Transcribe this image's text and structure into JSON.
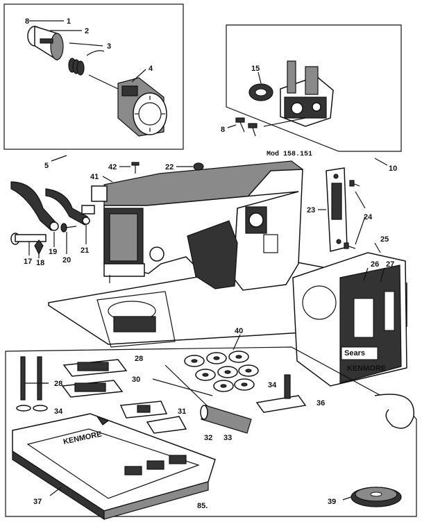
{
  "model_caption": "Mod 158.151",
  "page_number": "85.",
  "brand_badge": "Sears",
  "brand_script": "KENMORE",
  "case_brand": "KENMORE",
  "part_labels": [
    {
      "id": "p8a",
      "text": "8"
    },
    {
      "id": "p1",
      "text": "1"
    },
    {
      "id": "p2",
      "text": "2"
    },
    {
      "id": "p3",
      "text": "3"
    },
    {
      "id": "p4",
      "text": "4"
    },
    {
      "id": "p5",
      "text": "5"
    },
    {
      "id": "p15",
      "text": "15"
    },
    {
      "id": "p8b",
      "text": "8"
    },
    {
      "id": "p10",
      "text": "10"
    },
    {
      "id": "p42",
      "text": "42"
    },
    {
      "id": "p22",
      "text": "22"
    },
    {
      "id": "p41",
      "text": "41"
    },
    {
      "id": "p23",
      "text": "23"
    },
    {
      "id": "p24",
      "text": "24"
    },
    {
      "id": "p25",
      "text": "25"
    },
    {
      "id": "p26",
      "text": "26"
    },
    {
      "id": "p27",
      "text": "27"
    },
    {
      "id": "p17",
      "text": "17"
    },
    {
      "id": "p18",
      "text": "18"
    },
    {
      "id": "p19",
      "text": "19"
    },
    {
      "id": "p20",
      "text": "20"
    },
    {
      "id": "p21",
      "text": "21"
    },
    {
      "id": "p40",
      "text": "40"
    },
    {
      "id": "p28a",
      "text": "28"
    },
    {
      "id": "p28b",
      "text": "28"
    },
    {
      "id": "p30",
      "text": "30"
    },
    {
      "id": "p31",
      "text": "31"
    },
    {
      "id": "p32",
      "text": "32"
    },
    {
      "id": "p33",
      "text": "33"
    },
    {
      "id": "p34a",
      "text": "34"
    },
    {
      "id": "p34b",
      "text": "34"
    },
    {
      "id": "p36",
      "text": "36"
    },
    {
      "id": "p37",
      "text": "37"
    },
    {
      "id": "p39",
      "text": "39"
    }
  ]
}
